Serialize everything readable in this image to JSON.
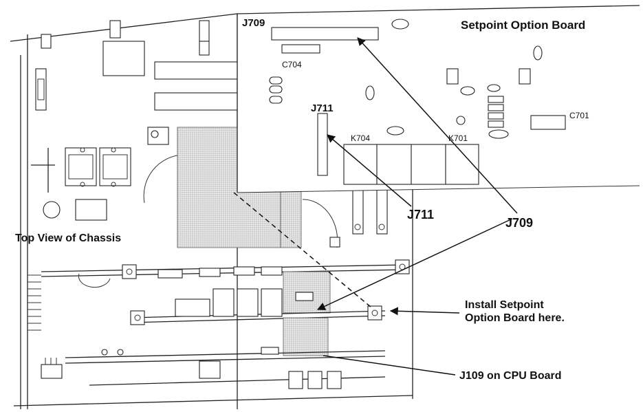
{
  "diagram": {
    "board_title": "Setpoint Option Board",
    "connector_j709_board": "J709",
    "connector_c704": "C704",
    "connector_j711_board": "J711",
    "component_k704": "K704",
    "component_k701": "K701",
    "component_c701": "C701",
    "callout_j711": "J711",
    "callout_j709": "J709",
    "chassis_label": "Top View of Chassis",
    "install_line1": "Install Setpoint",
    "install_line2": "Option Board here.",
    "cpu_label": "J109 on CPU Board"
  }
}
